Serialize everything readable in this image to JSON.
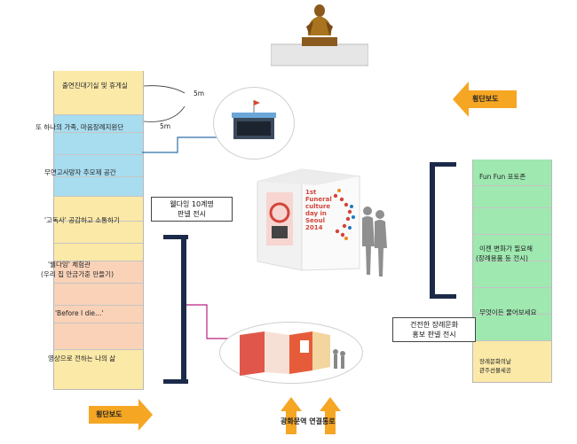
{
  "top": {
    "label": "",
    "icon": "statue-icon"
  },
  "left_column": {
    "items": [
      {
        "label": "출연진대기실 및 휴게실"
      },
      {
        "label": "또 하나의 가족, 마음장례지원단"
      },
      {
        "label": "무연고사망자 추모제 공간"
      },
      {
        "label": "'고독사' 공감하고 소통하기"
      },
      {
        "label": "'웰다잉' 체험관",
        "label2": "(우리 집 안금가훈 만들기)"
      },
      {
        "label": "'Before I die…'"
      },
      {
        "label": "영상으로 전하는 나의 삶"
      }
    ],
    "dimension_1": "5m",
    "dimension_2": "5m",
    "bottom_arrow": "횡단보도"
  },
  "right_column": {
    "items": [
      {
        "label": "Fun Fun 포토존"
      },
      {
        "label": "이젠 변화가 필요해",
        "label2": "(장례용품 등 전시)"
      },
      {
        "label": "무엇이든 물어보세요"
      },
      {
        "label": "장례문화의날",
        "label2": "관주선물세공"
      }
    ],
    "top_arrow": "횡단보도"
  },
  "center": {
    "cube_text": "1st Funeral culture day in Seoul 2014",
    "callout_left": {
      "line1": "웰다잉 10계명",
      "line2": "판넬 전시"
    },
    "callout_right": {
      "line1": "건전한 장례문화",
      "line2": "홍보 판넬 전시"
    },
    "bottom_arrow": "광화문역 연결통로"
  },
  "colors": {
    "yellow": "#fbe9a8",
    "blue": "#a8dcef",
    "peach": "#f9d2b8",
    "green": "#9fe8b0",
    "arrow": "#f5a623",
    "bar": "#1c2a49"
  }
}
